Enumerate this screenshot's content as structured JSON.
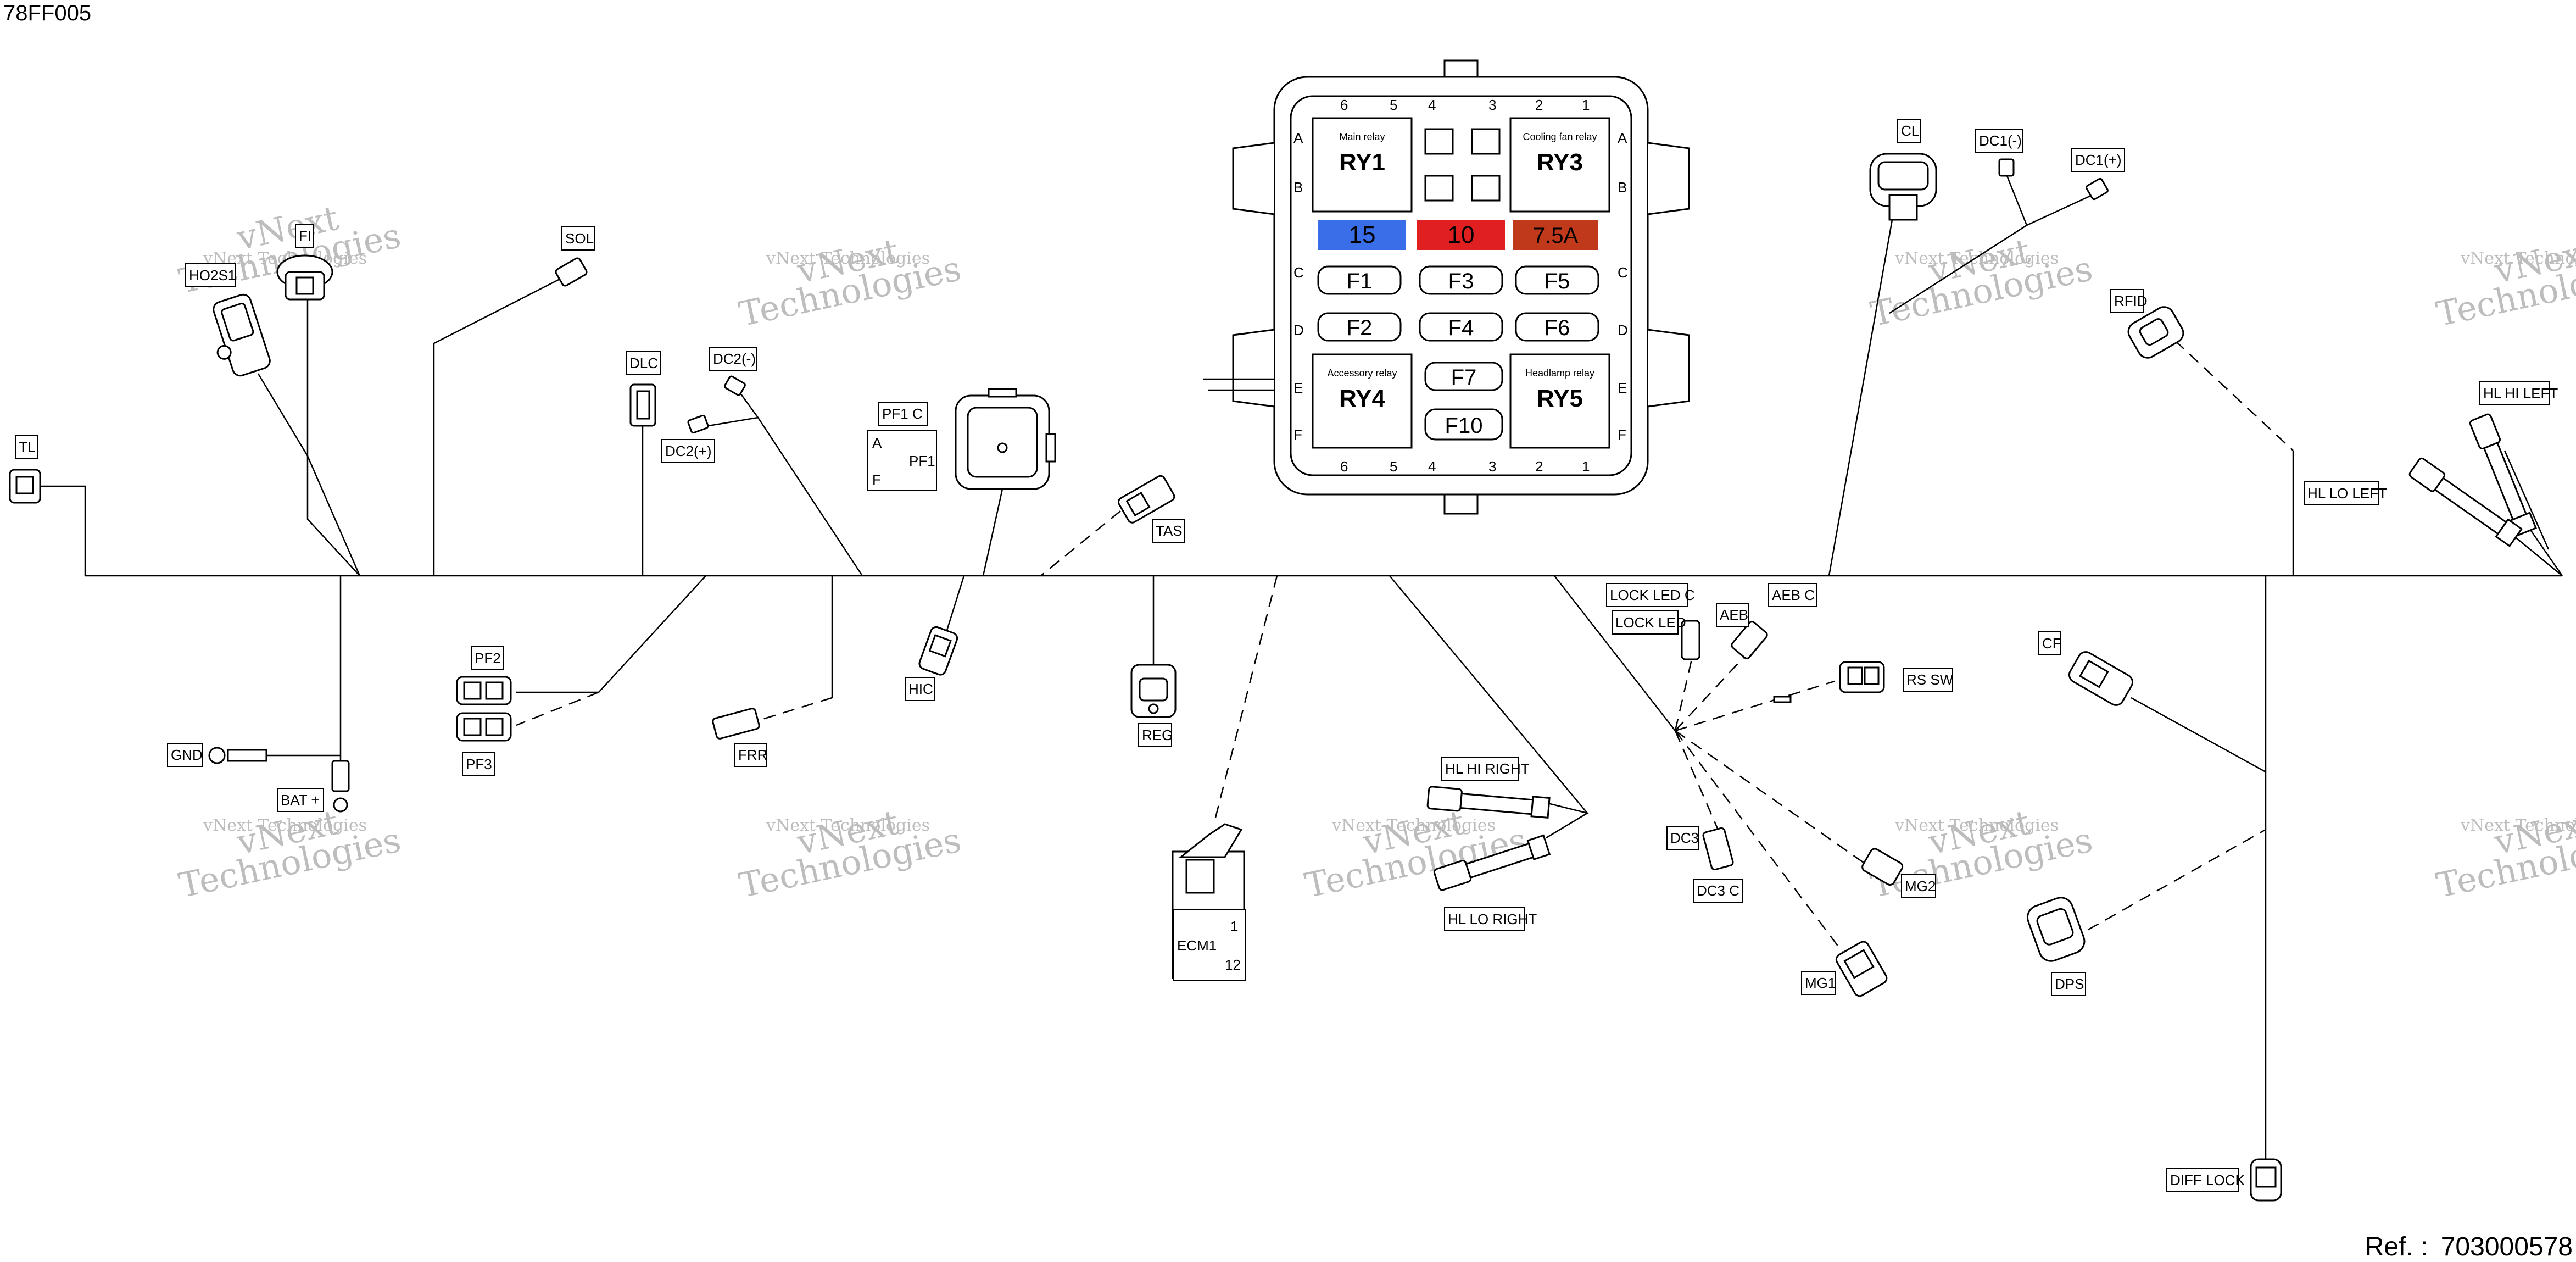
{
  "doc": {
    "code": "78FF005",
    "ref_label": "Ref. :",
    "ref_number": "703000578"
  },
  "watermark": {
    "line1": "vNext",
    "line2": "Technologies",
    "full": "vNext Technologies"
  },
  "fusebox": {
    "cols": [
      "6",
      "5",
      "4",
      "3",
      "2",
      "1"
    ],
    "rows": [
      "A",
      "B",
      "C",
      "D",
      "E",
      "F"
    ],
    "relays": [
      {
        "id": "RY1",
        "caption": "Main relay"
      },
      {
        "id": "RY3",
        "caption": "Cooling fan relay"
      },
      {
        "id": "RY4",
        "caption": "Accessory relay"
      },
      {
        "id": "RY5",
        "caption": "Headlamp relay"
      }
    ],
    "ratings": [
      {
        "text": "15",
        "color": "#3a6ee8"
      },
      {
        "text": "10",
        "color": "#e02020"
      },
      {
        "text": "7.5A",
        "color": "#c0391b"
      }
    ],
    "fuses": [
      "F1",
      "F3",
      "F5",
      "F2",
      "F4",
      "F6",
      "F7",
      "F10"
    ]
  },
  "connectors": {
    "TL": "TL",
    "FI": "FI",
    "HO2S1": "HO2S1",
    "SOL": "SOL",
    "DLC": "DLC",
    "DC2M": "DC2(-)",
    "DC2P": "DC2(+)",
    "PF1C": "PF1 C",
    "PF1": "PF1",
    "PF1A": "A",
    "PF1F": "F",
    "TAS": "TAS",
    "HIC": "HIC",
    "REG": "REG",
    "PF2": "PF2",
    "PF3": "PF3",
    "GND": "GND",
    "BAT": "BAT +",
    "FRR": "FRR",
    "ECM1": "ECM1",
    "ECM1_1": "1",
    "ECM1_12": "12",
    "HLHIR": "HL HI RIGHT",
    "HLLOR": "HL LO RIGHT",
    "LOCKLEDC": "LOCK LED C",
    "LOCKLED": "LOCK LED",
    "AEB": "AEB",
    "AEBC": "AEB C",
    "RSSW": "RS SW",
    "DC3": "DC3",
    "DC3C": "DC3 C",
    "MG1": "MG1",
    "MG2": "MG2",
    "CL": "CL",
    "DC1M": "DC1(-)",
    "DC1P": "DC1(+)",
    "RFID": "RFID",
    "HLHIL": "HL HI LEFT",
    "HLLOL": "HL LO LEFT",
    "CF": "CF",
    "DPS": "DPS",
    "DIFFLOCK": "DIFF LOCK"
  }
}
